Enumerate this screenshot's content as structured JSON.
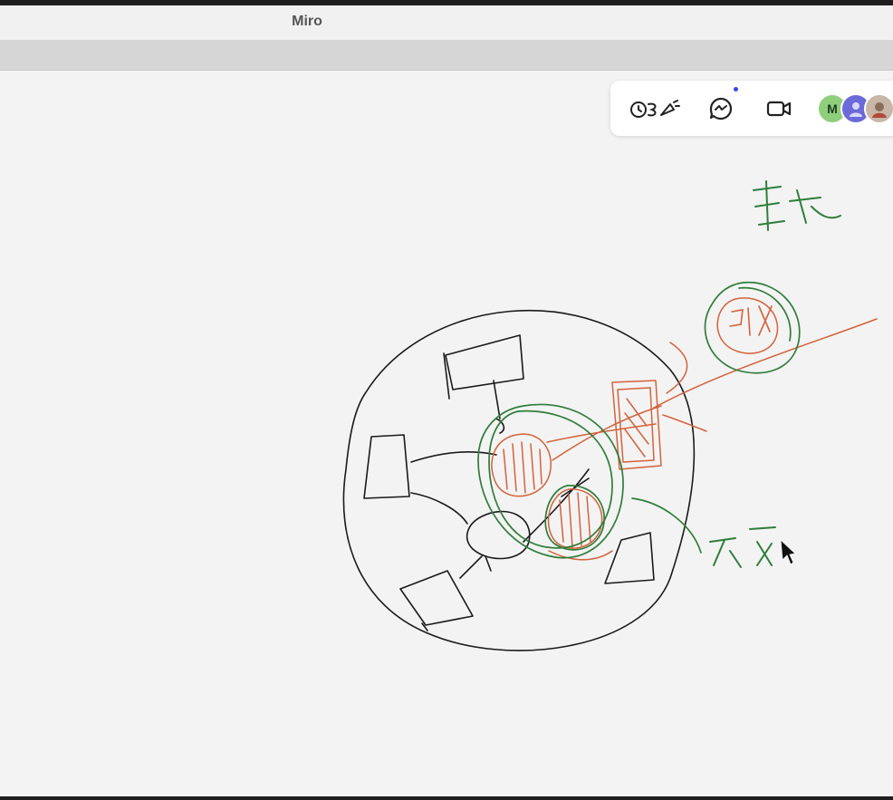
{
  "window": {
    "title": "Miro"
  },
  "toolbar": {
    "timer_icon": "timer-icon",
    "reactions_icon": "reactions-icon",
    "video_icon": "video-camera-icon",
    "avatars": [
      {
        "initial": "M",
        "color": "#8fcf7c"
      },
      {
        "initial": "",
        "color": "#6c6ad8"
      },
      {
        "initial": "",
        "color": "#c8b6a6"
      }
    ]
  },
  "canvas": {
    "annotations": [
      "重点",
      "引数",
      "不变"
    ],
    "colors": {
      "ink_black": "#1a1a1a",
      "ink_green": "#2f7d3a",
      "ink_orange": "#d4623a"
    }
  }
}
